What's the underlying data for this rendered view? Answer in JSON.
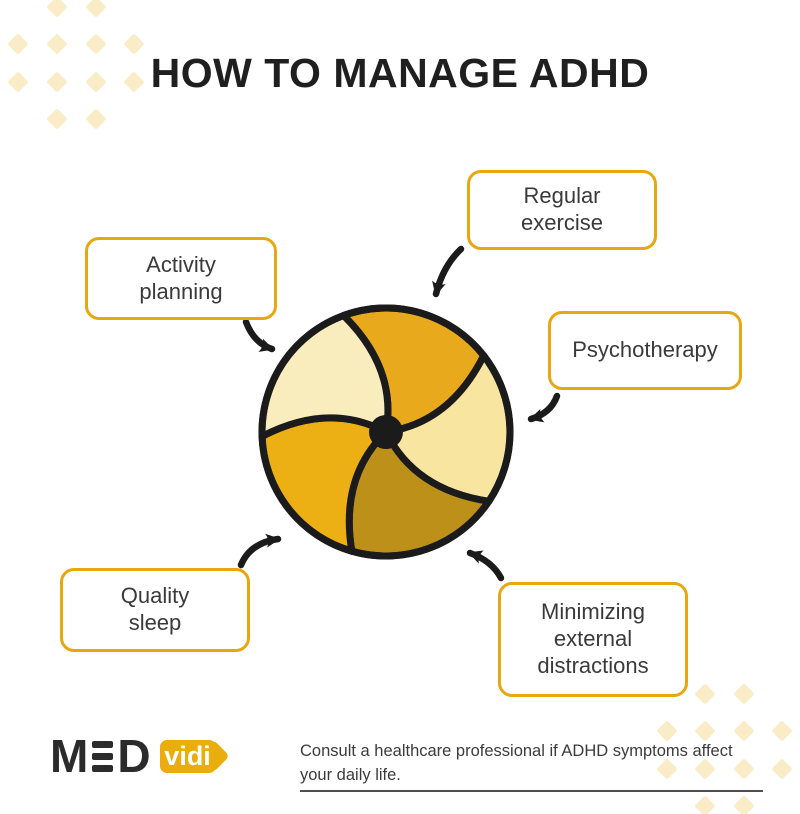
{
  "title": "HOW TO MANAGE ADHD",
  "items": {
    "activity_planning": "Activity\nplanning",
    "regular_exercise": "Regular\nexercise",
    "psychotherapy": "Psychotherapy",
    "quality_sleep": "Quality\nsleep",
    "minimizing_distractions": "Minimizing\nexternal\ndistractions"
  },
  "wheel": {
    "outline_color": "#1B1B1B",
    "segments": [
      {
        "name": "top",
        "color": "#E9A91C"
      },
      {
        "name": "right",
        "color": "#F8E5A0"
      },
      {
        "name": "bottom-right",
        "color": "#BD9119"
      },
      {
        "name": "bottom-left",
        "color": "#ECB014"
      },
      {
        "name": "top-left",
        "color": "#FAEDBD"
      }
    ]
  },
  "footer": {
    "logo_med": "M",
    "logo_med_last": "D",
    "logo_vidi": "vidi",
    "note": "Consult a healthcare professional if ADHD symptoms affect your daily life."
  },
  "decor": {
    "diamond_color": "#F9ECC6",
    "box_border_color": "#E8A70E",
    "logo_tag_color": "#E9AE0C"
  }
}
